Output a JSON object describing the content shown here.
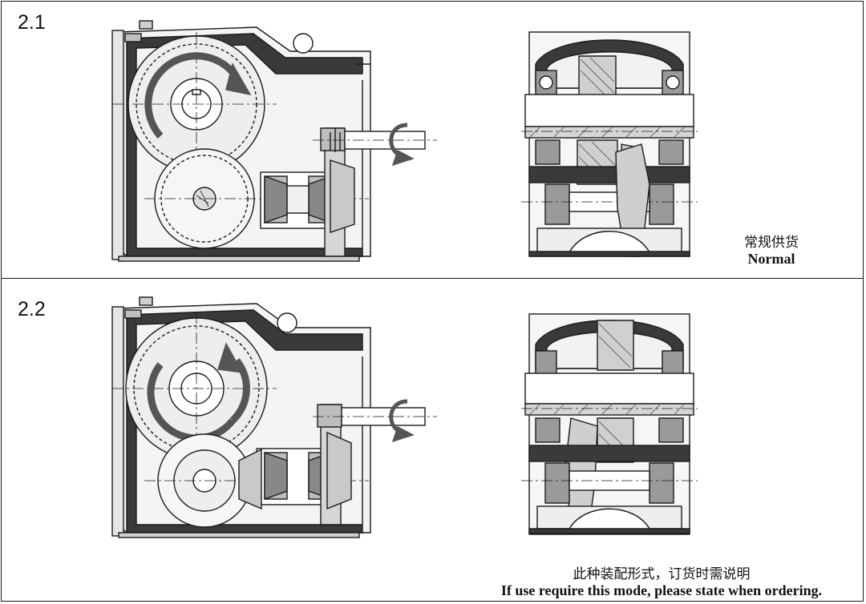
{
  "panels": [
    {
      "label": "2.1",
      "caption_cn": "常规供货",
      "caption_en": "Normal",
      "rotation": "clockwise"
    },
    {
      "label": "2.2",
      "caption_cn": "此种装配形式，订货时需说明",
      "caption_en": "If use require this mode, please state when ordering.",
      "rotation": "counter-clockwise"
    }
  ],
  "colors": {
    "line": "#1a1a1a",
    "housing": "#3a3a3a",
    "fill": "#f2f2f2",
    "hatch": "#6a6a6a",
    "arrow": "#555555"
  }
}
